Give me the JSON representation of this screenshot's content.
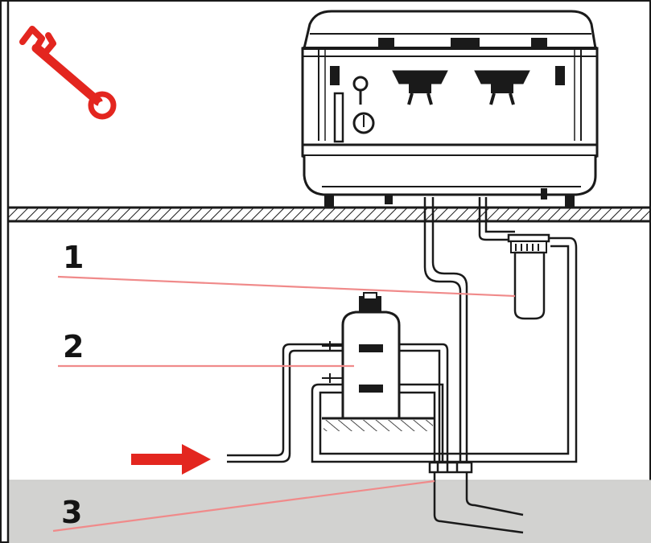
{
  "diagram": {
    "icon": "wrench-icon",
    "accent_color": "#e3261f",
    "leader_color": "#f08a8a",
    "line_color": "#1a1a1a",
    "floor_color": "#d2d2d0",
    "flow_arrow_color": "#e3261f",
    "callouts": [
      {
        "number": "1",
        "target": "water-filter"
      },
      {
        "number": "2",
        "target": "water-softener"
      },
      {
        "number": "3",
        "target": "drain-trap"
      }
    ]
  }
}
